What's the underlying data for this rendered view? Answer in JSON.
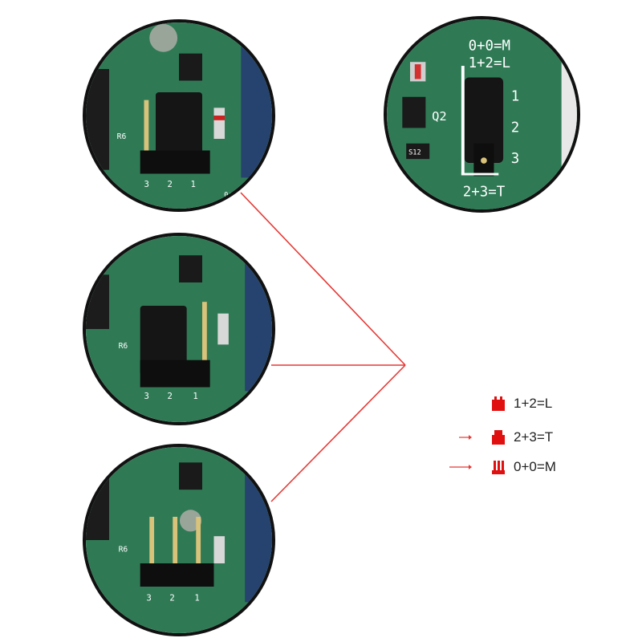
{
  "colors": {
    "pcb": "#2f7a55",
    "pcb_dark": "#1f5a3e",
    "jumper": "#151515",
    "pin": "#d9c27a",
    "line": "#e53935",
    "legend_icon": "#e01010"
  },
  "board_labels": {
    "setting_1": "0+0=M",
    "setting_2": "1+2=L",
    "setting_3": "2+3=T",
    "pin_1": "1",
    "pin_2": "2",
    "pin_3": "3",
    "r6": "R6",
    "q2": "Q2",
    "r12": "S12"
  },
  "legend": [
    {
      "label": "1+2=L",
      "icon": "jumper-1-2-icon"
    },
    {
      "label": "2+3=T",
      "icon": "jumper-2-3-icon"
    },
    {
      "label": "0+0=M",
      "icon": "no-jumper-icon"
    }
  ]
}
